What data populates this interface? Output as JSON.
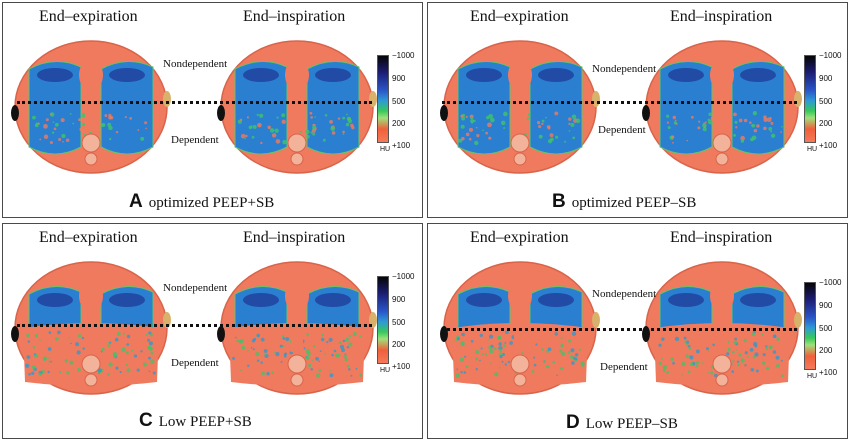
{
  "phases": {
    "left": "End–expiration",
    "right": "End–inspiration"
  },
  "orientation": {
    "top": "Nondependent",
    "bottom": "Dependent"
  },
  "colorbar": {
    "ticks": [
      "−1000",
      "900",
      "500",
      "200",
      "+100"
    ],
    "unit": "HU"
  },
  "panels": [
    {
      "letter": "A",
      "caption": "optimized PEEP+SB",
      "aeration": "high"
    },
    {
      "letter": "B",
      "caption": "optimized PEEP–SB",
      "aeration": "high"
    },
    {
      "letter": "C",
      "caption": "Low PEEP+SB",
      "aeration": "low"
    },
    {
      "letter": "D",
      "caption": "Low PEEP–SB",
      "aeration": "low"
    }
  ],
  "colors": {
    "tissue": "#f07a5e",
    "air": "#1f3f9a",
    "aerated": "#2a7fd0",
    "poor": "#3fc46a",
    "border": "#4a4a4a"
  }
}
